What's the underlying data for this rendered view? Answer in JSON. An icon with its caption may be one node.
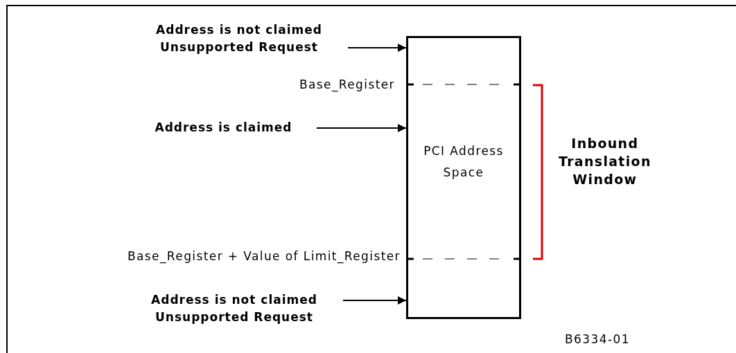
{
  "diagram": {
    "nodes": [
      {
        "text": [
          "Address is not claimed Unsupported Request"
        ]
      },
      {
        "text": [
          "Address is claimed"
        ]
      },
      {
        "text": [
          "PCI Address Space"
        ]
      },
      {
        "text": [
          "Address is not claimed Unsupported Request"
        ]
      }
    ],
    "edges": [
      {
        "from": 0,
        "to": 2,
        "arrow": "to"
      },
      {
        "from": 1,
        "to": 2,
        "arrow": "to"
      },
      {
        "from": 3,
        "to": 2,
        "arrow": "to"
      }
    ],
    "labels": [
      "Base_Register",
      "Base_Register + Value of Limit_Register",
      "Inbound Translation Window",
      "B6334-01"
    ]
  }
}
